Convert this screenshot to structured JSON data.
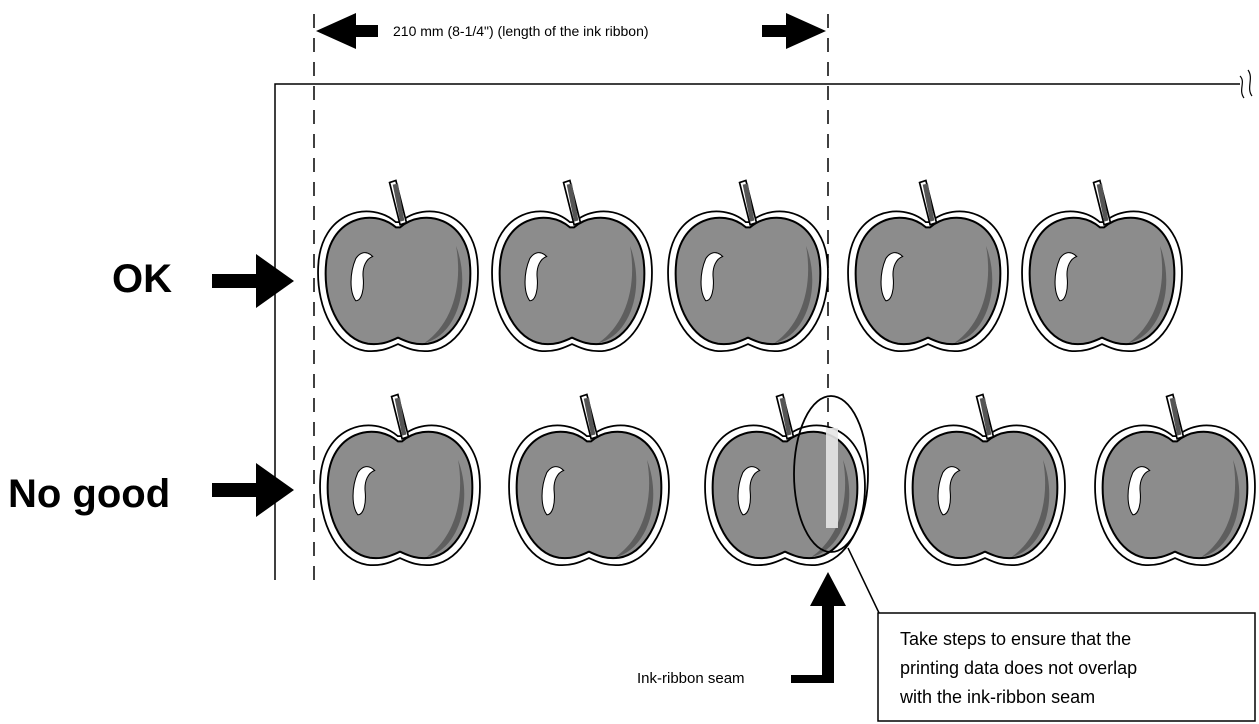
{
  "dimension": {
    "label": "210 mm (8-1/4\")  (length of the ink ribbon)"
  },
  "rows": [
    {
      "label": "OK",
      "apple_count": 5
    },
    {
      "label": "No good",
      "apple_count": 5
    }
  ],
  "seam": {
    "label": "Ink-ribbon seam"
  },
  "note": {
    "lines": [
      "Take steps to ensure that the",
      "printing data does not overlap",
      "with the ink-ribbon seam"
    ]
  },
  "colors": {
    "apple_fill": "#8c8c8c",
    "apple_shadow": "#6a6a6a",
    "ink": "#000000"
  }
}
